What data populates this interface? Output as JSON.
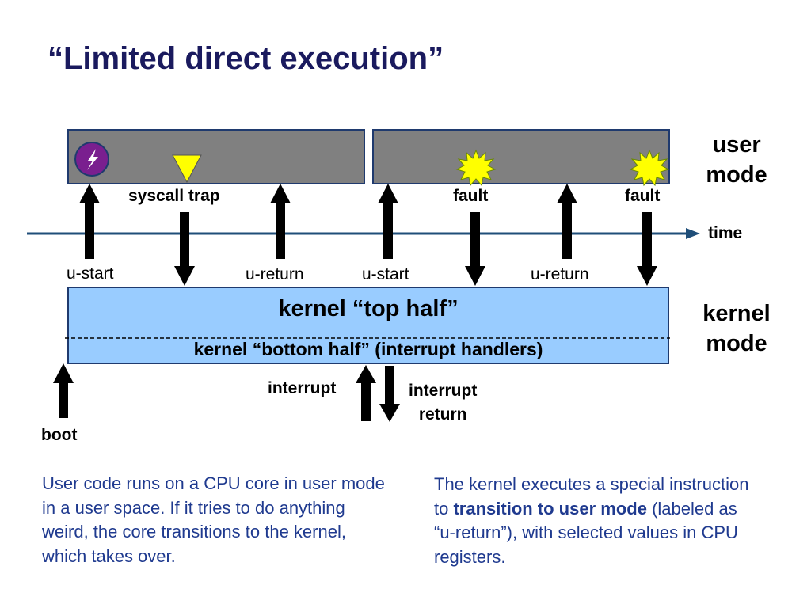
{
  "title": "“Limited direct execution”",
  "labels": {
    "user_mode": "user\nmode",
    "kernel_mode": "kernel\nmode",
    "time": "time",
    "syscall_trap": "syscall trap",
    "fault_1": "fault",
    "fault_2": "fault",
    "u_start_1": "u-start",
    "u_return_1": "u-return",
    "u_start_2": "u-start",
    "u_return_2": "u-return",
    "kernel_top": "kernel “top half”",
    "kernel_bottom": "kernel “bottom half” (interrupt handlers)",
    "interrupt": "interrupt",
    "interrupt_return": "interrupt\nreturn",
    "boot": "boot"
  },
  "notes": {
    "left": "User code runs on a CPU core in user mode in a user space.  If it tries to do anything weird,  the core transitions to the kernel, which takes over.",
    "right_pre": "The kernel executes a special instruction to ",
    "right_bold": "transition to user mode",
    "right_post": " (labeled as “u-return”), with selected values in CPU registers."
  },
  "colors": {
    "title": "#1a1a5e",
    "user_box": "#808080",
    "box_border": "#1f3a6e",
    "kernel_box": "#99ccff",
    "timeline": "#1f4e79",
    "note_text": "#1f3a8f",
    "starburst": "#ffff00",
    "triangle": "#ffff00",
    "bolt_circle": "#7a1f8f"
  }
}
